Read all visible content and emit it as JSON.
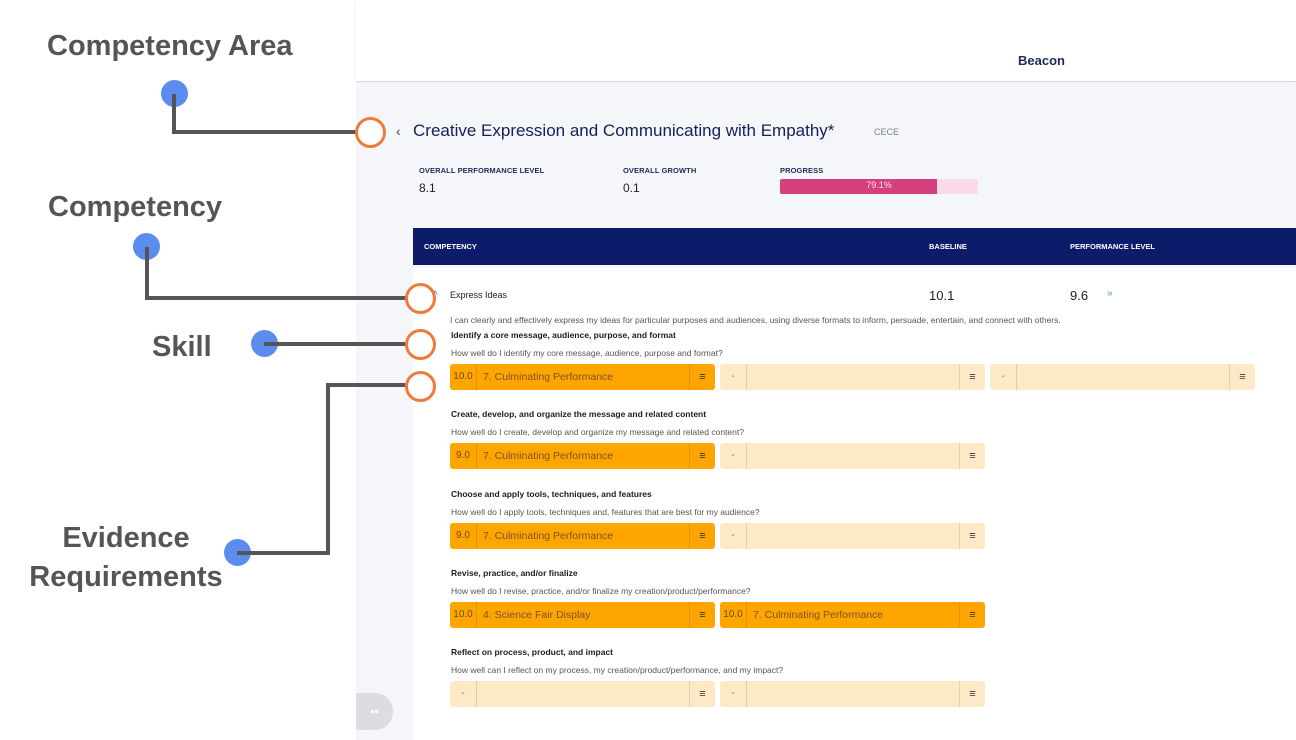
{
  "annotations": {
    "competency_area": "Competency Area",
    "competency": "Competency",
    "skill": "Skill",
    "evidence_line1": "Evidence",
    "evidence_line2": "Requirements"
  },
  "app": {
    "brand": "Beacon",
    "back_icon": "chevron-left-icon",
    "area_title": "Creative Expression and Communicating with Empathy*",
    "area_code": "CECE",
    "stats": {
      "performance_label": "OVERALL PERFORMANCE LEVEL",
      "performance_value": "8.1",
      "growth_label": "OVERALL GROWTH",
      "growth_value": "0.1",
      "progress_label": "PROGRESS",
      "progress_text": "79.1%",
      "progress_fraction": 0.791
    },
    "table": {
      "headers": {
        "competency": "COMPETENCY",
        "baseline": "BASELINE",
        "performance": "PERFORMANCE LEVEL"
      },
      "competency": {
        "name": "Express Ideas",
        "baseline": "10.1",
        "performance": "9.6",
        "growth_icon": "double-chevron-up-icon",
        "description": "I can clearly and effectively express my ideas for particular purposes and audiences, using diverse formats to inform, persuade, entertain, and connect with others."
      },
      "skills": [
        {
          "title": "Identify a core message, audience, purpose, and format",
          "question": "How well do I identify my core message, audience, purpose and format?",
          "evidence": [
            {
              "score": "10.0",
              "name": "7. Culminating Performance",
              "filled": true
            },
            {
              "score": "-",
              "name": "",
              "filled": false
            },
            {
              "score": "-",
              "name": "",
              "filled": false
            }
          ]
        },
        {
          "title": "Create, develop, and organize the message and related content",
          "question": "How well do I create, develop and organize my message and related content?",
          "evidence": [
            {
              "score": "9.0",
              "name": "7. Culminating Performance",
              "filled": true
            },
            {
              "score": "-",
              "name": "",
              "filled": false
            }
          ]
        },
        {
          "title": "Choose and apply tools, techniques, and features",
          "question": "How well do I apply tools, techniques and, features that are best for my audience?",
          "evidence": [
            {
              "score": "9.0",
              "name": "7. Culminating Performance",
              "filled": true
            },
            {
              "score": "-",
              "name": "",
              "filled": false
            }
          ]
        },
        {
          "title": "Revise, practice, and/or finalize",
          "question": "How well do I revise, practice, and/or finalize my creation/product/performance?",
          "evidence": [
            {
              "score": "10.0",
              "name": "4. Science Fair Display",
              "filled": true
            },
            {
              "score": "10.0",
              "name": "7. Culminating Performance",
              "filled": true
            }
          ]
        },
        {
          "title": "Reflect on process, product, and impact",
          "question": "How well can I reflect on my process, my creation/product/performance, and my impact?",
          "evidence": [
            {
              "score": "-",
              "name": "",
              "filled": false
            },
            {
              "score": "-",
              "name": "",
              "filled": false
            }
          ]
        }
      ]
    },
    "menu_icon": "list-menu-icon",
    "grid_icon": "grid-icon"
  },
  "colors": {
    "accent_navy": "#0d1b6b",
    "progress_pink": "#d63f7e",
    "evidence_orange": "#ffa500",
    "evidence_empty": "#fde9c6",
    "annotation_orange": "#f07a3a",
    "annotation_blue": "#5b8def"
  }
}
